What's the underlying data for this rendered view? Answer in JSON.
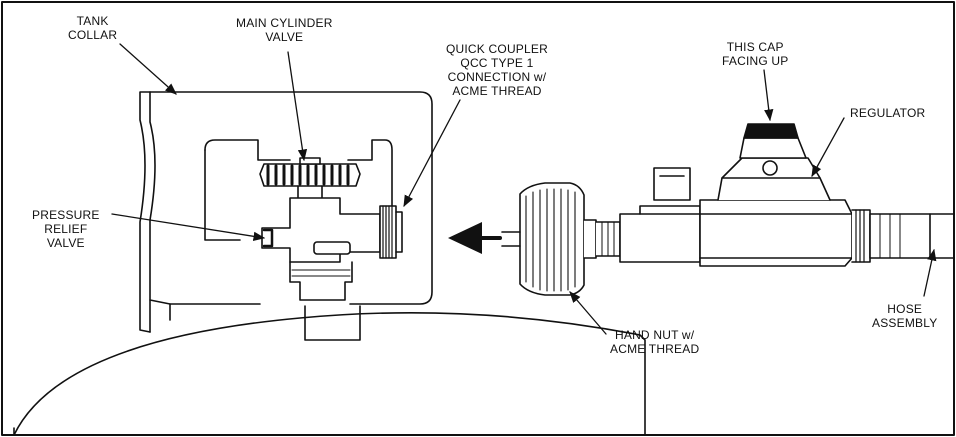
{
  "labels": {
    "tank_collar": [
      "TANK",
      "COLLAR"
    ],
    "main_cylinder_valve": [
      "MAIN CYLINDER",
      "VALVE"
    ],
    "quick_coupler": [
      "QUICK COUPLER",
      "QCC TYPE 1",
      "CONNECTION w/",
      "ACME THREAD"
    ],
    "this_cap": [
      "THIS CAP",
      "FACING UP"
    ],
    "regulator": [
      "REGULATOR"
    ],
    "pressure_relief": [
      "PRESSURE",
      "RELIEF",
      "VALVE"
    ],
    "hand_nut": [
      "HAND NUT w/",
      "ACME THREAD"
    ],
    "hose_assembly": [
      "HOSE",
      "ASSEMBLY"
    ]
  }
}
